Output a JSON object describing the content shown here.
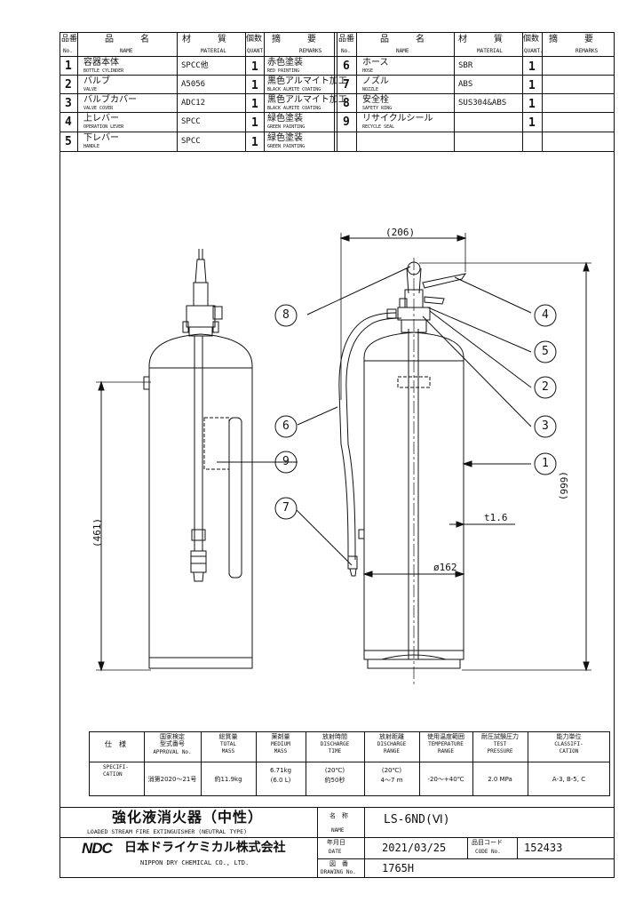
{
  "parts_header": {
    "no_jp": "品番",
    "no_en": "No.",
    "name_jp": "品　　　名",
    "name_en": "NAME",
    "material_jp": "材　　　質",
    "material_en": "MATERIAL",
    "quant_jp": "個数",
    "quant_en": "QUANT.",
    "remarks_jp": "摘　　　要",
    "remarks_en": "REMARKS"
  },
  "parts_left": [
    {
      "no": "1",
      "name_jp": "容器本体",
      "name_en": "BOTTLE CYLINDER",
      "material": "SPCC他",
      "quant": "1",
      "remarks_jp": "赤色塗装",
      "remarks_en": "RED PAINTING"
    },
    {
      "no": "2",
      "name_jp": "バルブ",
      "name_en": "VALVE",
      "material": "A5056",
      "quant": "1",
      "remarks_jp": "黒色アルマイト加工",
      "remarks_en": "BLACK ALMITE COATING"
    },
    {
      "no": "3",
      "name_jp": "バルブカバー",
      "name_en": "VALVE COVER",
      "material": "ADC12",
      "quant": "1",
      "remarks_jp": "黒色アルマイト加工",
      "remarks_en": "BLACK ALMITE COATING"
    },
    {
      "no": "4",
      "name_jp": "上レバー",
      "name_en": "OPERATION LEVER",
      "material": "SPCC",
      "quant": "1",
      "remarks_jp": "緑色塗装",
      "remarks_en": "GREEN PAINTING"
    },
    {
      "no": "5",
      "name_jp": "下レバー",
      "name_en": "HANDLE",
      "material": "SPCC",
      "quant": "1",
      "remarks_jp": "緑色塗装",
      "remarks_en": "GREEN PAINTING"
    }
  ],
  "parts_right": [
    {
      "no": "6",
      "name_jp": "ホース",
      "name_en": "HOSE",
      "material": "SBR",
      "quant": "1",
      "remarks_jp": "",
      "remarks_en": ""
    },
    {
      "no": "7",
      "name_jp": "ノズル",
      "name_en": "NOZZLE",
      "material": "ABS",
      "quant": "1",
      "remarks_jp": "",
      "remarks_en": ""
    },
    {
      "no": "8",
      "name_jp": "安全栓",
      "name_en": "SAFETY RING",
      "material": "SUS304&ABS",
      "quant": "1",
      "remarks_jp": "",
      "remarks_en": ""
    },
    {
      "no": "9",
      "name_jp": "リサイクルシール",
      "name_en": "RECYCLE SEAL",
      "material": "",
      "quant": "1",
      "remarks_jp": "",
      "remarks_en": ""
    }
  ],
  "drawing": {
    "callouts": [
      "1",
      "2",
      "3",
      "4",
      "5",
      "6",
      "7",
      "8",
      "9"
    ],
    "dim_width": "(206)",
    "dim_height": "(666)",
    "dim_left_height": "(461)",
    "dim_thickness": "t1.6",
    "dim_diameter": "ø162"
  },
  "spec": {
    "label_jp": "仕　様",
    "label_en": "SPECIFI-\nCATION",
    "columns": [
      {
        "jp": "国家検定\n型式番号",
        "en": "APPROVAL No.",
        "v1": "消第2020～21号",
        "v2": ""
      },
      {
        "jp": "総質量",
        "en": "TOTAL\nMASS",
        "v1": "約11.9kg",
        "v2": ""
      },
      {
        "jp": "薬剤量",
        "en": "MEDIUM\nMASS",
        "v1": "6.71kg",
        "v2": "(6.0 L)"
      },
      {
        "jp": "放射時間",
        "en": "DISCHARGE\nTIME",
        "v1": "(20℃)",
        "v2": "約50秒"
      },
      {
        "jp": "放射距離",
        "en": "DISCHARGE\nRANGE",
        "v1": "(20℃)",
        "v2": "4～7 m"
      },
      {
        "jp": "使用温度範囲",
        "en": "TEMPERATURE\nRANGE",
        "v1": "-20～+40℃",
        "v2": ""
      },
      {
        "jp": "耐圧試験圧力",
        "en": "TEST\nPRESSURE",
        "v1": "2.0 MPa",
        "v2": ""
      },
      {
        "jp": "能力単位",
        "en": "CLASSIFI-\nCATION",
        "v1": "A-3, B-5, C",
        "v2": ""
      }
    ]
  },
  "title_block": {
    "title_jp": "強化液消火器（中性）",
    "title_en": "LOADED STREAM FIRE EXTINGUISHER (NEUTRAL TYPE)",
    "name_label_jp": "名　称",
    "name_label_en": "NAME",
    "name_value": "LS-6ND(Ⅵ)",
    "date_label_jp": "年月日",
    "date_label_en": "DATE",
    "date_value": "2021/03/25",
    "code_label_jp": "品目コード",
    "code_label_en": "CODE No.",
    "code_value": "152433",
    "drawing_label_jp": "図　番",
    "drawing_label_en": "DRAWING No.",
    "drawing_value": "1765H",
    "logo": "NDC",
    "company_jp": "日本ドライケミカル株式会社",
    "company_en": "NIPPON DRY CHEMICAL CO., LTD."
  }
}
